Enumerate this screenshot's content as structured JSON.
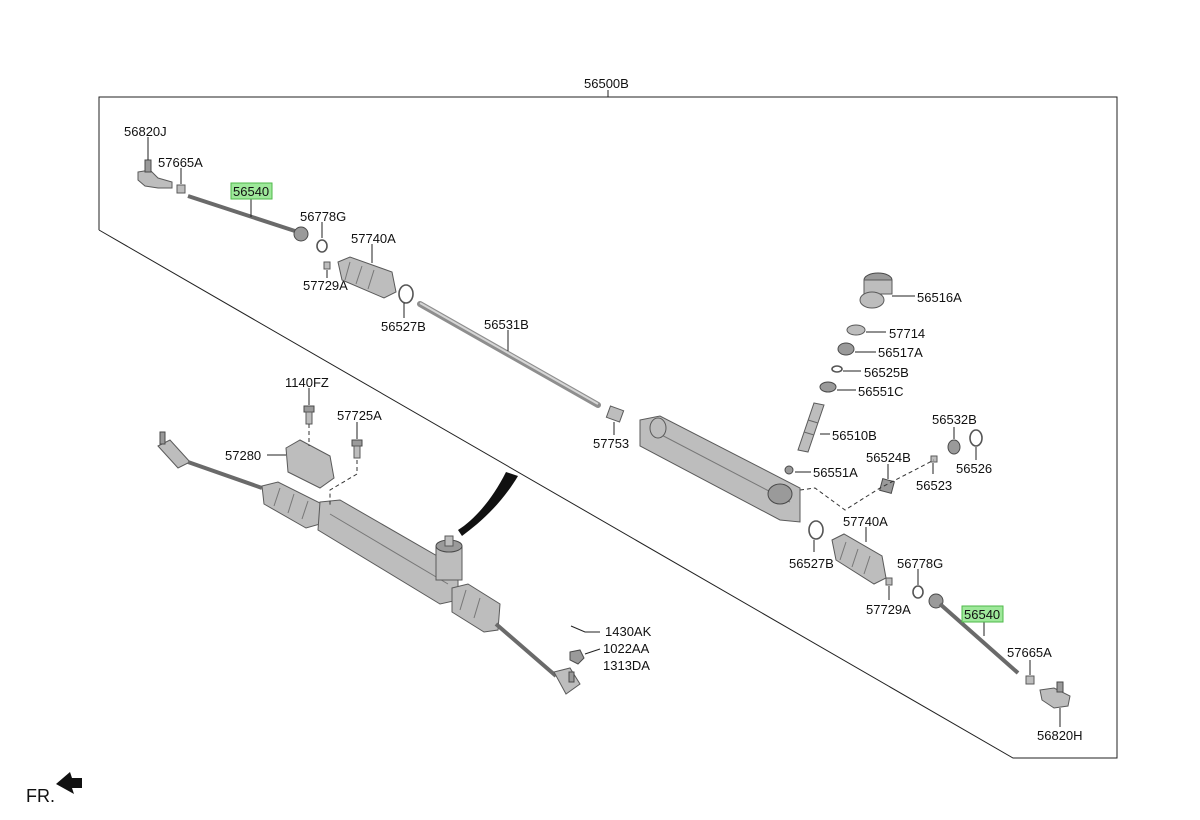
{
  "assembly_label": "56500B",
  "direction_label": "FR.",
  "parts": {
    "p56820J": "56820J",
    "p57665A_l": "57665A",
    "p56540_l": "56540",
    "p56778G_l": "56778G",
    "p57740A_l": "57740A",
    "p57729A_l": "57729A",
    "p56527B_l": "56527B",
    "p56531B": "56531B",
    "p57753": "57753",
    "p56516A": "56516A",
    "p57714": "57714",
    "p56517A": "56517A",
    "p56525B": "56525B",
    "p56551C": "56551C",
    "p56510B": "56510B",
    "p56532B": "56532B",
    "p56526": "56526",
    "p56524B": "56524B",
    "p56551A": "56551A",
    "p56523": "56523",
    "p57740A_r": "57740A",
    "p56527B_r": "56527B",
    "p56778G_r": "56778G",
    "p57729A_r": "57729A",
    "p56540_r": "56540",
    "p57665A_r": "57665A",
    "p56820H": "56820H",
    "p1140FZ": "1140FZ",
    "p57725A": "57725A",
    "p57280": "57280",
    "p1430AK": "1430AK",
    "p1022AA": "1022AA",
    "p1313DA": "1313DA"
  },
  "highlight_color": "#9ee89a"
}
